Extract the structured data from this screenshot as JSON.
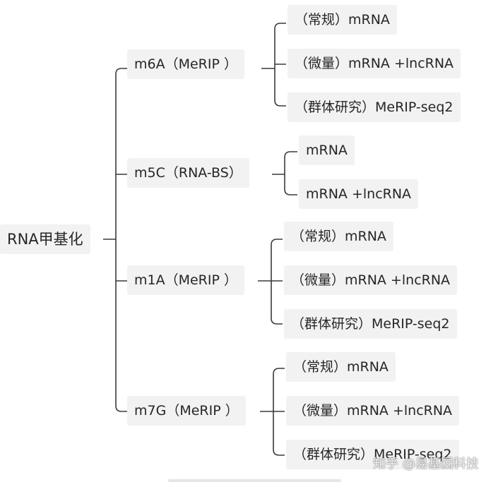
{
  "mindmap": {
    "root": "RNA甲基化",
    "branches": [
      {
        "label": "m6A（MeRIP ）",
        "children": [
          "（常规）mRNA",
          "（微量）mRNA +lncRNA",
          "（群体研究）MeRIP-seq2"
        ]
      },
      {
        "label": "m5C（RNA-BS）",
        "children": [
          "mRNA",
          "mRNA +lncRNA"
        ]
      },
      {
        "label": "m1A（MeRIP ）",
        "children": [
          "（常规）mRNA",
          "（微量）mRNA +lncRNA",
          "（群体研究）MeRIP-seq2"
        ]
      },
      {
        "label": "m7G（MeRIP ）",
        "children": [
          "（常规）mRNA",
          "（微量）mRNA +lncRNA",
          "（群体研究）MeRIP-seq2"
        ]
      }
    ]
  },
  "watermark": "知乎 @易基因科技"
}
